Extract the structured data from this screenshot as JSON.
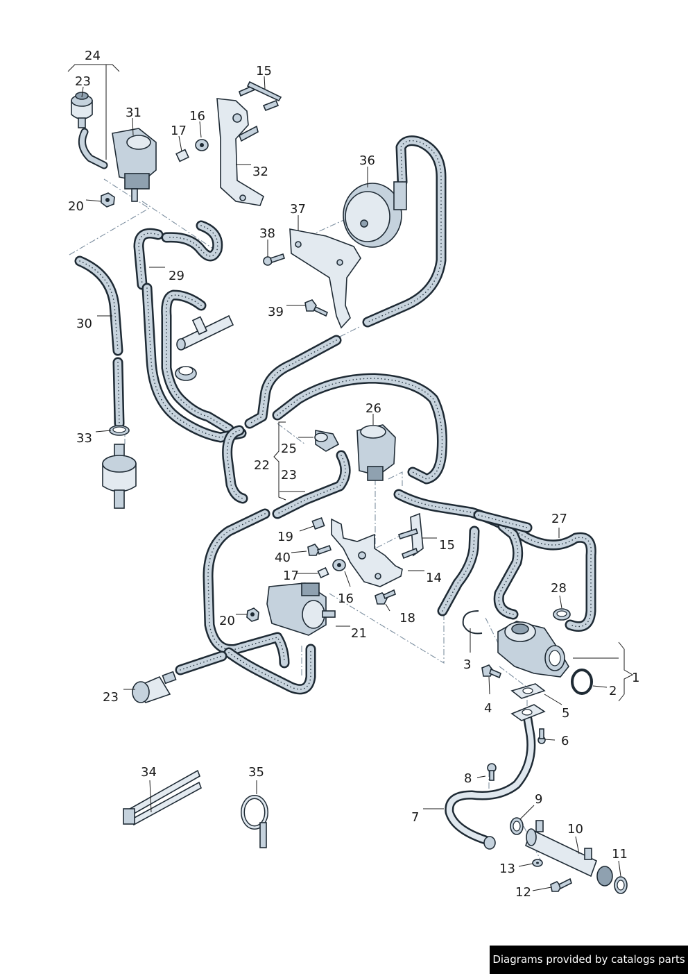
{
  "callouts": {
    "c1": "1",
    "c2": "2",
    "c3": "3",
    "c4": "4",
    "c5": "5",
    "c6": "6",
    "c7": "7",
    "c8": "8",
    "c9": "9",
    "c10": "10",
    "c11": "11",
    "c12": "12",
    "c13": "13",
    "c14": "14",
    "c15a": "15",
    "c15b": "15",
    "c16a": "16",
    "c16b": "16",
    "c17a": "17",
    "c17b": "17",
    "c18": "18",
    "c19": "19",
    "c20a": "20",
    "c20b": "20",
    "c21": "21",
    "c22": "22",
    "c23a": "23",
    "c23b": "23",
    "c23c": "23",
    "c24": "24",
    "c25": "25",
    "c26": "26",
    "c27": "27",
    "c28": "28",
    "c29": "29",
    "c30": "30",
    "c31": "31",
    "c32": "32",
    "c33": "33",
    "c34": "34",
    "c35": "35",
    "c36": "36",
    "c37": "37",
    "c38": "38",
    "c39": "39",
    "c40": "40"
  },
  "footer": {
    "text": "Diagrams provided by catalogs parts"
  },
  "colors": {
    "hose_fill": "#c8d4de",
    "outline": "#1e2a34",
    "footer_bg": "#000000"
  }
}
